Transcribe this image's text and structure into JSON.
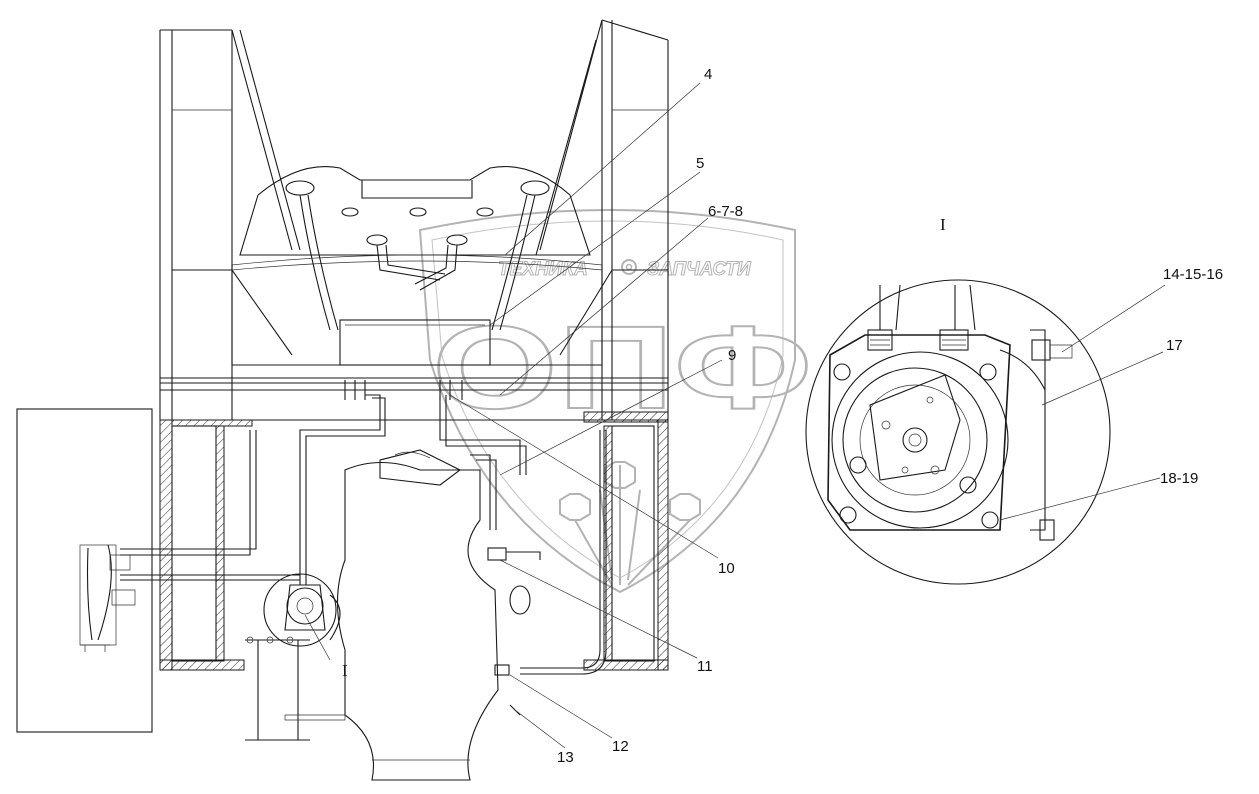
{
  "diagram": {
    "callouts": [
      {
        "id": "c4",
        "text": "4"
      },
      {
        "id": "c5",
        "text": "5"
      },
      {
        "id": "c678",
        "text": "6-7-8"
      },
      {
        "id": "c9",
        "text": "9"
      },
      {
        "id": "c10",
        "text": "10"
      },
      {
        "id": "c11",
        "text": "11"
      },
      {
        "id": "c12",
        "text": "12"
      },
      {
        "id": "c13",
        "text": "13"
      },
      {
        "id": "c141516",
        "text": "14-15-16"
      },
      {
        "id": "c17",
        "text": "17"
      },
      {
        "id": "c1819",
        "text": "18-19"
      }
    ],
    "view_marks": {
      "detail_label": "I",
      "section_label": "I"
    }
  },
  "watermark": {
    "brand_left": "ТЕХНИКА",
    "brand_right": "ЗАПЧАСТИ",
    "big_letters": "ОПФ"
  }
}
